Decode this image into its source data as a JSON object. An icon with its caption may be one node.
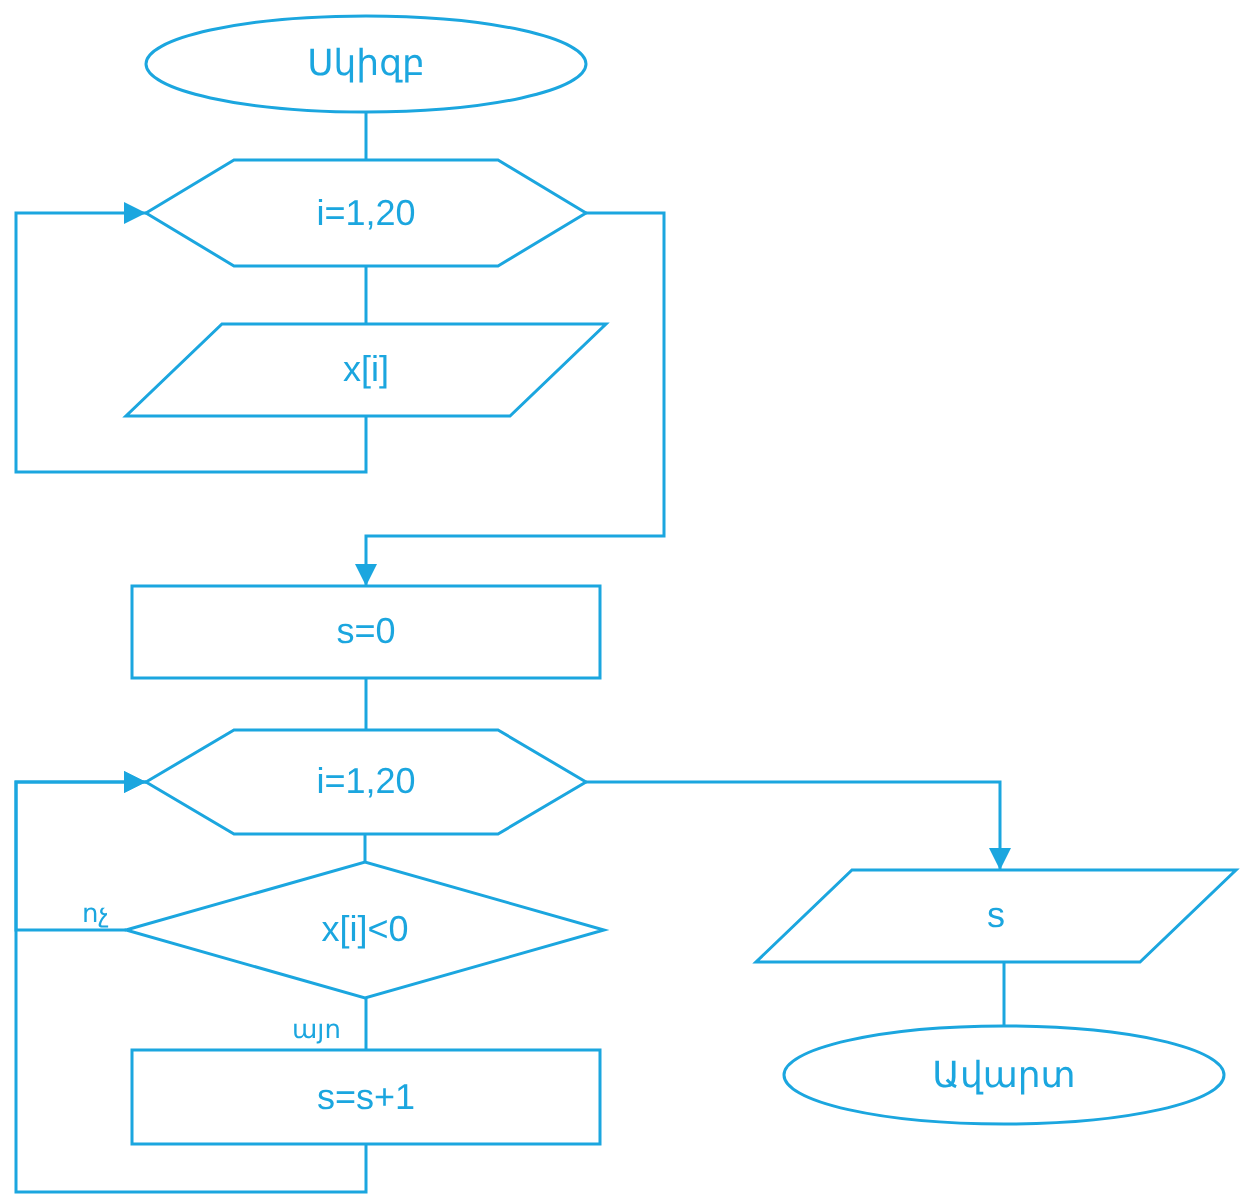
{
  "diagram": {
    "nodes": [
      {
        "text": [
          "Սկիզբ"
        ]
      },
      {
        "text": [
          "i=1,20"
        ]
      },
      {
        "text": [
          "x[i]"
        ]
      },
      {
        "text": [
          "s=0"
        ]
      },
      {
        "text": [
          "i=1,20"
        ]
      },
      {
        "text": [
          "x[i]<0"
        ]
      },
      {
        "text": [
          "s=s+1"
        ]
      },
      {
        "text": [
          "s"
        ]
      },
      {
        "text": [
          "Ավարտ"
        ]
      }
    ],
    "edges": [
      {
        "from": 0,
        "to": 1,
        "arrow": "none"
      },
      {
        "from": 1,
        "to": 2,
        "arrow": "none"
      },
      {
        "from": 2,
        "to": 1,
        "arrow": "to"
      },
      {
        "from": 1,
        "to": 3,
        "arrow": "to"
      },
      {
        "from": 3,
        "to": 4,
        "arrow": "none"
      },
      {
        "from": 4,
        "to": 5,
        "arrow": "none"
      },
      {
        "from": 5,
        "to": 6,
        "label": "այո",
        "arrow": "none"
      },
      {
        "from": 6,
        "to": 4,
        "arrow": "to"
      },
      {
        "from": 5,
        "to": 4,
        "label": "ոչ",
        "arrow": "to"
      },
      {
        "from": 4,
        "to": 7,
        "arrow": "to"
      },
      {
        "from": 7,
        "to": 8,
        "arrow": "none"
      }
    ]
  }
}
